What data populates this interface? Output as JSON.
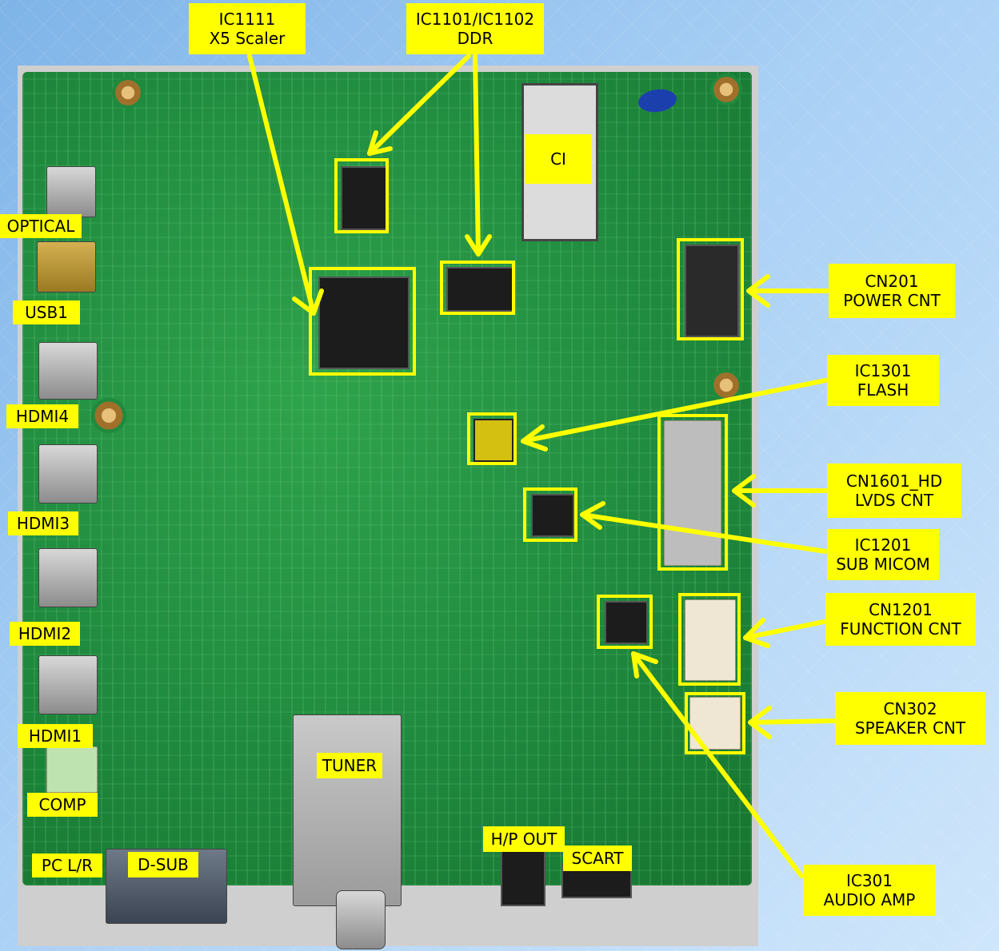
{
  "colors": {
    "label_bg": "#ffff00",
    "label_text": "#000000",
    "highlight": "#ffff00",
    "board": "#1f8a3e",
    "background": "#a9d0f5"
  },
  "labels": {
    "ic1111": "IC1111\nX5 Scaler",
    "ddr": "IC1101/IC1102\nDDR",
    "ci": "CI",
    "optical": "OPTICAL",
    "usb1": "USB1",
    "hdmi4": "HDMI4",
    "hdmi3": "HDMI3",
    "hdmi2": "HDMI2",
    "hdmi1": "HDMI1",
    "comp": "COMP",
    "pc_lr": "PC L/R",
    "dsub": "D-SUB",
    "tuner": "TUNER",
    "hp_out": "H/P OUT",
    "scart": "SCART",
    "cn201": "CN201\nPOWER CNT",
    "ic1301": "IC1301\nFLASH",
    "cn1601": "CN1601_HD\nLVDS CNT",
    "ic1201": "IC1201\nSUB MICOM",
    "cn1201": "CN1201\nFUNCTION CNT",
    "cn302": "CN302\nSPEAKER CNT",
    "ic301": "IC301\nAUDIO AMP"
  }
}
